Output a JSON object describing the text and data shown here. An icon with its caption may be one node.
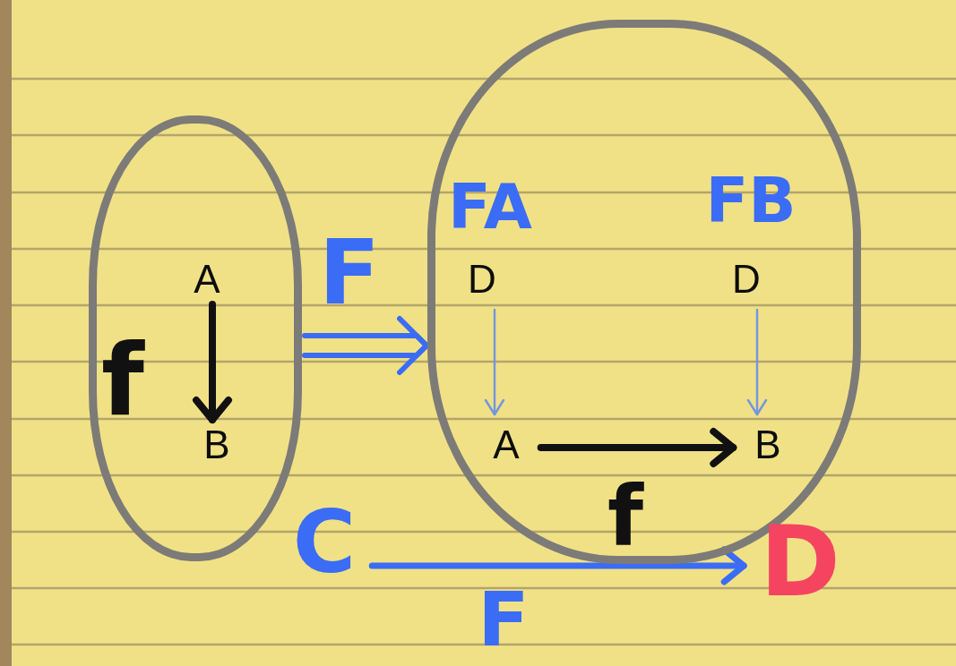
{
  "diagram": {
    "nodes": [
      {
        "text": [],
        "shape": "ellipse"
      },
      {
        "text": [
          "A"
        ],
        "in": 0
      },
      {
        "text": [
          "B"
        ],
        "in": 0
      },
      {
        "text": [],
        "shape": "ellipse"
      },
      {
        "text": [
          "D"
        ],
        "in": 3,
        "beside": [
          "FA"
        ]
      },
      {
        "text": [
          "D"
        ],
        "in": 3,
        "beside": [
          "FB"
        ]
      },
      {
        "text": [
          "A"
        ],
        "in": 3
      },
      {
        "text": [
          "B"
        ],
        "in": 3
      },
      {
        "text": [
          "C"
        ]
      },
      {
        "text": [
          "D"
        ]
      }
    ],
    "edges": [
      {
        "from": 1,
        "to": 2,
        "arrow": "to",
        "label": "f",
        "color": "#111111"
      },
      {
        "from": 0,
        "to": 3,
        "arrow": "to",
        "label": "F",
        "color": "#3b6cf5"
      },
      {
        "from": 4,
        "to": 6,
        "arrow": "to",
        "color": "#7596e0"
      },
      {
        "from": 5,
        "to": 7,
        "arrow": "to",
        "color": "#7596e0"
      },
      {
        "from": 6,
        "to": 7,
        "arrow": "to",
        "label": "f",
        "color": "#111111"
      },
      {
        "from": 8,
        "to": 9,
        "arrow": "to",
        "label": "F",
        "color": "#3b6cf5"
      }
    ]
  }
}
